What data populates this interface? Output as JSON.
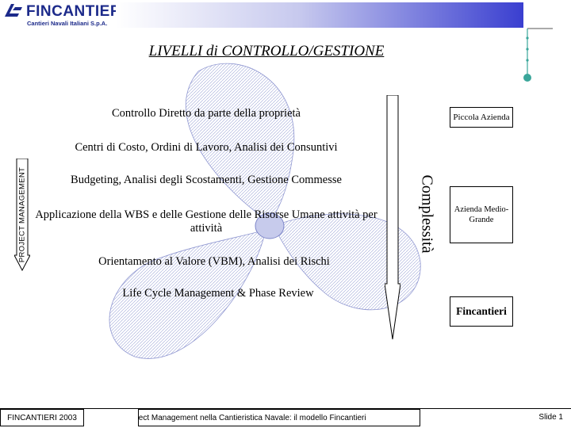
{
  "header": {
    "logo_name": "FINCANTIERI",
    "logo_subtitle": "Cantieri Navali Italiani S.p.A."
  },
  "title": "LIVELLI di CONTROLLO/GESTIONE",
  "levels": [
    "Controllo Diretto da parte della proprietà",
    "Centri di Costo, Ordini di Lavoro, Analisi dei Consuntivi",
    "Budgeting, Analisi degli Scostamenti, Gestione Commesse",
    "Applicazione della WBS e delle Gestione delle Risorse Umane attività per attività",
    "Orientamento al Valore (VBM), Analisi dei Rischi",
    "Life Cycle Management & Phase Review"
  ],
  "left_axis_label": "PROJECT MANAGEMENT",
  "complexity_label": "Complessità",
  "company_types": {
    "small": "Piccola Azienda",
    "medium": "Azienda Medio-Grande",
    "fincantieri": "Fincantieri"
  },
  "footer": {
    "left": "FINCANTIERI 2003",
    "center": "Project Management nella Cantieristica Navale: il modello Fincantieri",
    "right": "Slide 1"
  },
  "colors": {
    "brand_blue": "#1c2a8a",
    "header_gradient_end": "#3a3fd0",
    "propeller_blue": "#7d86c9",
    "arrow_fill": "#ffffff",
    "teal_dot": "#3aa69a"
  }
}
